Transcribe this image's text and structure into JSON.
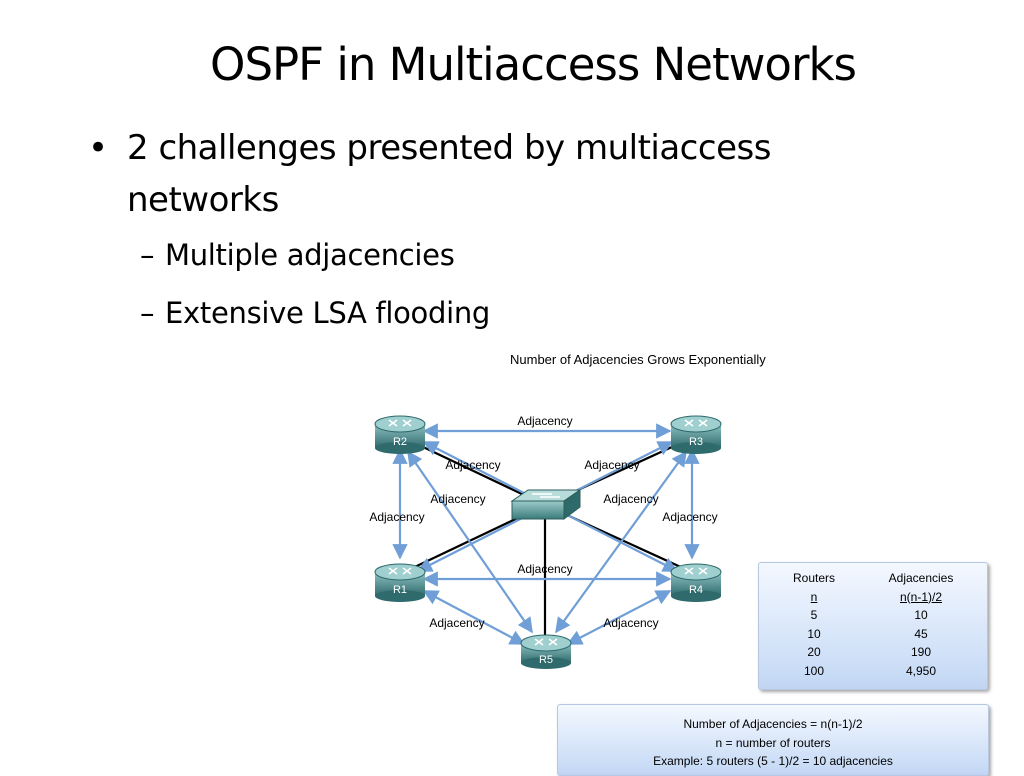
{
  "slide": {
    "title": "OSPF in Multiaccess Networks",
    "bullet_main": "2 challenges presented by multiaccess networks",
    "sub_bullets": [
      "Multiple adjacencies",
      "Extensive LSA flooding"
    ]
  },
  "figure": {
    "title": "Number of Adjacencies Grows Exponentially",
    "routers": [
      "R2",
      "R3",
      "R1",
      "R4",
      "R5"
    ],
    "adjacency_label": "Adjacency",
    "colors": {
      "router": "#3f7a7c",
      "arrow": "#6f9fd6",
      "link": "#000000",
      "panel": "#c9dcf6"
    }
  },
  "table": {
    "headers": [
      "Routers",
      "Adjacencies"
    ],
    "formula_row": [
      "n",
      "n(n-1)/2"
    ],
    "rows": [
      [
        "5",
        "10"
      ],
      [
        "10",
        "45"
      ],
      [
        "20",
        "190"
      ],
      [
        "100",
        "4,950"
      ]
    ]
  },
  "formula_box": {
    "lines": [
      "Number of Adjacencies = n(n-1)/2",
      "n = number of routers",
      "Example: 5 routers (5 - 1)/2 = 10 adjacencies"
    ]
  }
}
